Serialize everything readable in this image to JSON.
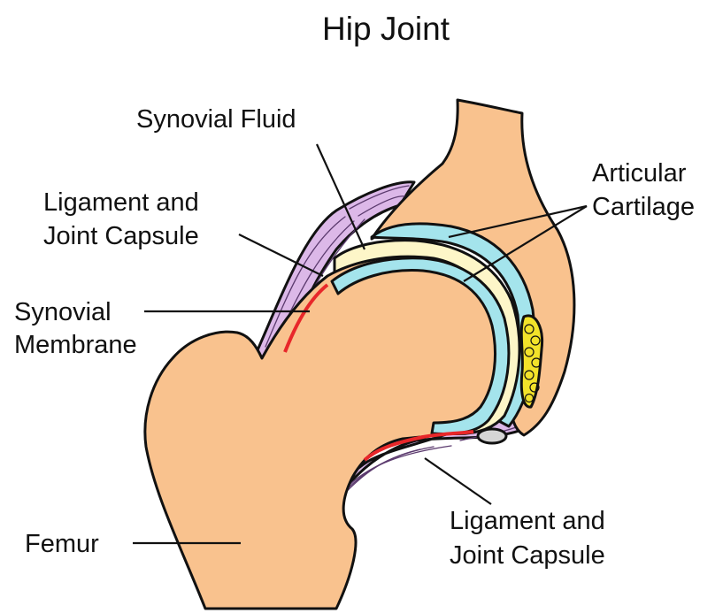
{
  "title": "Hip Joint",
  "labels": {
    "synovial_fluid": "Synovial Fluid",
    "articular_cartilage": [
      "Articular",
      "Cartilage"
    ],
    "ligament_upper": [
      "Ligament and",
      "Joint Capsule"
    ],
    "synovial_membrane": [
      "Synovial",
      "Membrane"
    ],
    "ligament_lower": [
      "Ligament and",
      "Joint Capsule"
    ],
    "femur": "Femur"
  },
  "colors": {
    "bone": "#f9c28e",
    "cartilage": "#a4e4ec",
    "synovial_fluid": "#fdf6c8",
    "membrane": "#e8272a",
    "ligament": "#dcb8e8",
    "fat_pad": "#f2e22a",
    "outline": "#111111"
  }
}
